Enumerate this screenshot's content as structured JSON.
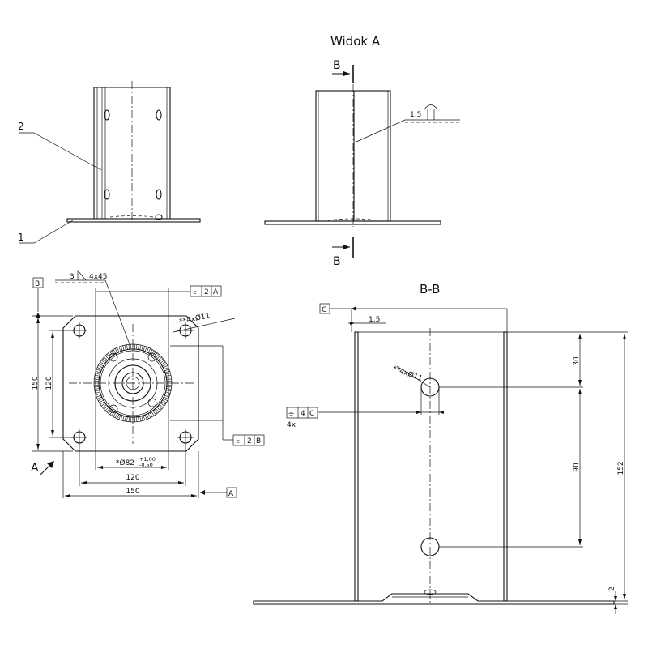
{
  "views": {
    "view_a_title": "Widok A",
    "section_title": "B-B"
  },
  "callouts": {
    "part_1": "1",
    "part_2": "2",
    "section_b_top": "B",
    "section_b_bottom": "B",
    "arrow_a": "A",
    "weld_thickness_top": "1,5",
    "weld_symbol_size": "3",
    "weld_symbol_spec": "4x45"
  },
  "plan_view": {
    "datum_b": "B",
    "datum_a": "A",
    "tol_symmetry_top": [
      "⌯",
      "2",
      "A"
    ],
    "tol_symmetry_right": [
      "⌯",
      "2",
      "B"
    ],
    "holes_note": "**4xØ11",
    "dim_height_outer": "150",
    "dim_height_inner": "120",
    "dim_width_inner": "120",
    "dim_width_outer": "150",
    "dim_tube_dia": "*Ø82",
    "dim_tube_tol_upper": "+1,00",
    "dim_tube_tol_lower": "-0,50"
  },
  "section_view": {
    "datum_c": "C",
    "wall_thickness": "1,5",
    "holes_note": "**4xØ11",
    "tol_symmetry": [
      "⌯",
      "4",
      "C"
    ],
    "tol_count": "4x",
    "dim_top_to_hole": "30",
    "dim_hole_spacing": "90",
    "dim_total_height": "152",
    "dim_plate": "2"
  }
}
